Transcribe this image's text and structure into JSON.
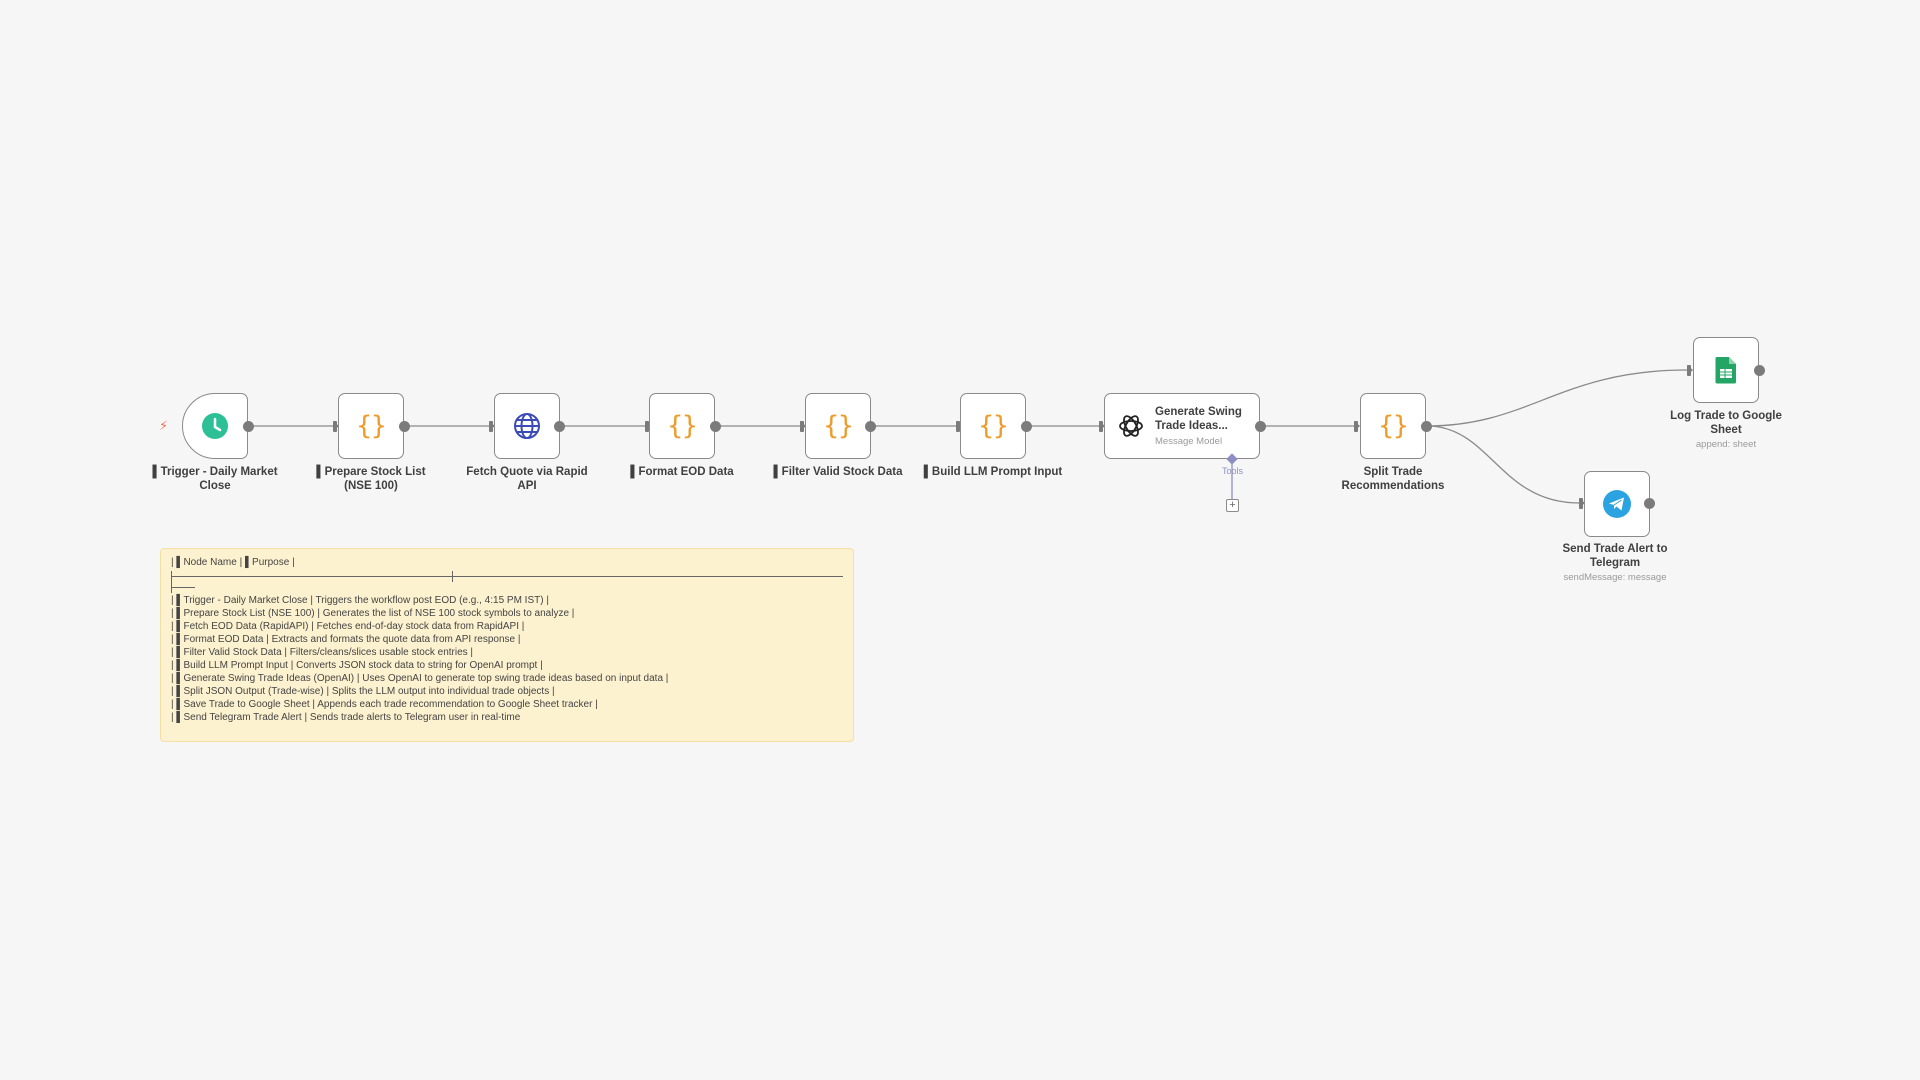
{
  "nodes": {
    "trigger": {
      "label_l1": "▌Trigger - Daily Market",
      "label_l2": "Close",
      "icon": "clock-icon"
    },
    "prepare": {
      "label_l1": "▌Prepare Stock List",
      "label_l2": "(NSE 100)",
      "icon": "braces-icon"
    },
    "fetch": {
      "label_l1": "Fetch Quote via Rapid",
      "label_l2": "API",
      "icon": "globe-icon"
    },
    "format": {
      "label_l1": "▌Format EOD Data",
      "icon": "braces-icon"
    },
    "filter": {
      "label_l1": "▌Filter Valid Stock Data",
      "icon": "braces-icon"
    },
    "build": {
      "label_l1": "▌Build LLM Prompt Input",
      "icon": "braces-icon"
    },
    "generate": {
      "title_l1": "Generate Swing",
      "title_l2": "Trade Ideas...",
      "subtitle": "Message Model",
      "tools_label": "Tools",
      "tools_plus": "+",
      "icon": "openai-icon"
    },
    "split": {
      "label_l1": "Split Trade",
      "label_l2": "Recommendations",
      "icon": "braces-icon"
    },
    "log": {
      "label_l1": "Log Trade to Google",
      "label_l2": "Sheet",
      "subtitle": "append: sheet",
      "icon": "google-sheets-icon"
    },
    "telegram": {
      "label_l1": "Send Trade Alert to",
      "label_l2": "Telegram",
      "subtitle": "sendMessage: message",
      "icon": "telegram-icon"
    }
  },
  "trigger_bolt": "⚡",
  "sticky": {
    "header": "| ▌Node Name | ▌Purpose |",
    "rows": [
      "| ▌Trigger - Daily Market Close | Triggers the workflow post EOD (e.g., 4:15 PM IST) |",
      "| ▌Prepare Stock List (NSE 100) | Generates the list of NSE 100 stock symbols to analyze |",
      "| ▌Fetch EOD Data (RapidAPI) | Fetches end-of-day stock data from RapidAPI |",
      "| ▌Format EOD Data | Extracts and formats the quote data from API response |",
      "| ▌Filter Valid Stock Data | Filters/cleans/slices usable stock entries |",
      "| ▌Build LLM Prompt Input | Converts JSON stock data to string for OpenAI prompt |",
      "| ▌Generate Swing Trade Ideas (OpenAI) | Uses OpenAI to generate top swing trade ideas based on input data |",
      "| ▌Split JSON Output (Trade-wise) | Splits the LLM output into individual trade objects |",
      "| ▌Save Trade to Google Sheet | Appends each trade recommendation to Google Sheet tracker |",
      "| ▌Send Telegram Trade Alert | Sends trade alerts to Telegram user in real-time"
    ]
  },
  "colors": {
    "canvas": "#f6f6f6",
    "edge": "#8a8a8a",
    "code_orange": "#ee9b2a",
    "clock_teal": "#2dbf96",
    "globe_blue": "#3b4bb8",
    "sheets_green": "#23a566",
    "telegram_blue": "#2aa3e0",
    "sticky_bg": "#fdf2cf"
  }
}
